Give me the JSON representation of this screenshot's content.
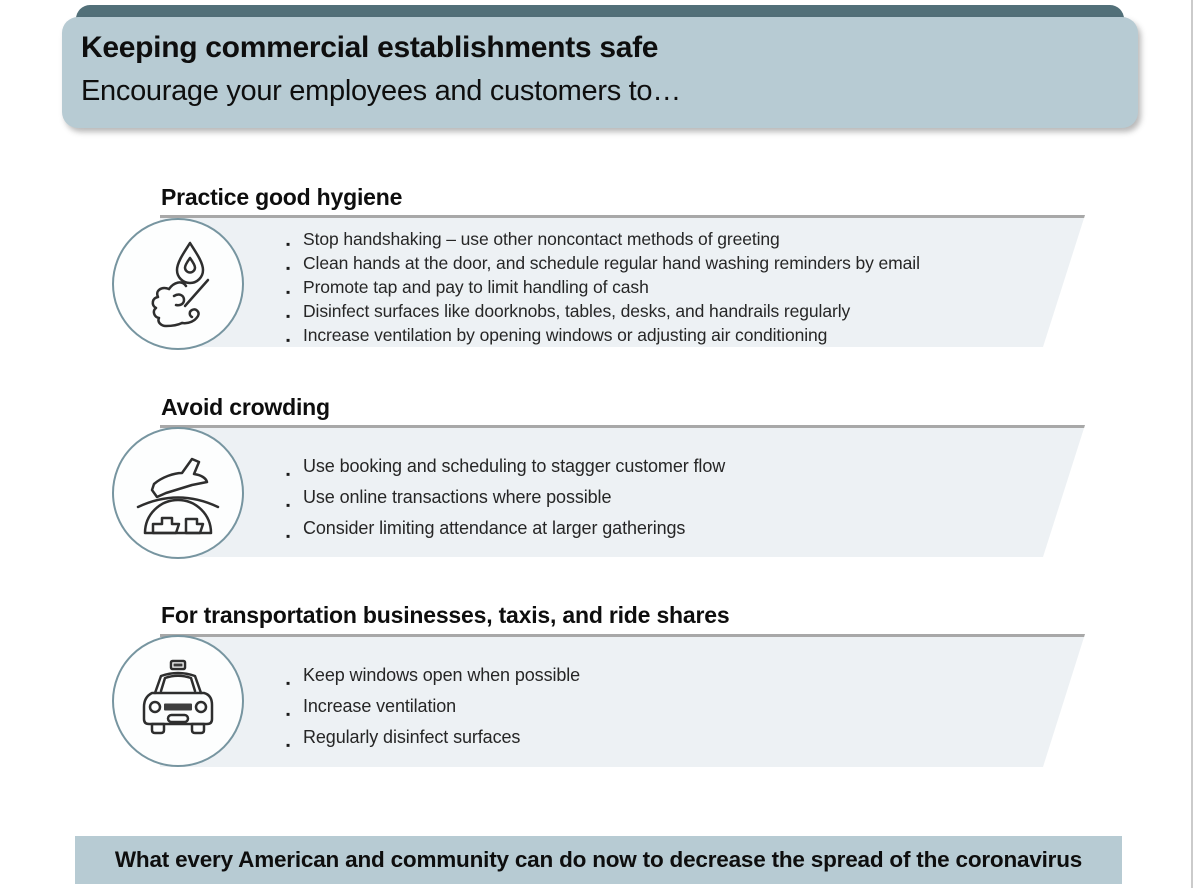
{
  "header": {
    "title": "Keeping commercial establishments safe",
    "subtitle": "Encourage your employees and customers to…"
  },
  "sections": [
    {
      "heading": "Practice good hygiene",
      "icon": "hand-washing-icon",
      "bullets": [
        "Stop handshaking – use other noncontact methods of greeting",
        "Clean hands at the door, and schedule regular hand washing reminders by email",
        "Promote tap and pay to limit handling of cash",
        "Disinfect surfaces like doorknobs, tables, desks, and handrails regularly",
        "Increase ventilation by opening windows or adjusting air conditioning"
      ]
    },
    {
      "heading": "Avoid crowding",
      "icon": "airplane-globe-icon",
      "bullets": [
        "Use booking and scheduling to stagger customer flow",
        "Use online transactions where possible",
        "Consider limiting attendance at larger gatherings"
      ]
    },
    {
      "heading": "For transportation businesses, taxis, and ride shares",
      "icon": "taxi-icon",
      "bullets": [
        "Keep windows open when possible",
        "Increase ventilation",
        "Regularly disinfect surfaces"
      ]
    }
  ],
  "footer": {
    "text": "What every American and community can do now to decrease the spread of the coronavirus"
  },
  "colors": {
    "header_fill": "#b7cbd3",
    "header_accent": "#527079",
    "panel_fill": "#edf1f4",
    "rule_gray": "#a8a8a8",
    "circle_border": "#7795a0",
    "text": "#1a1a1a"
  }
}
